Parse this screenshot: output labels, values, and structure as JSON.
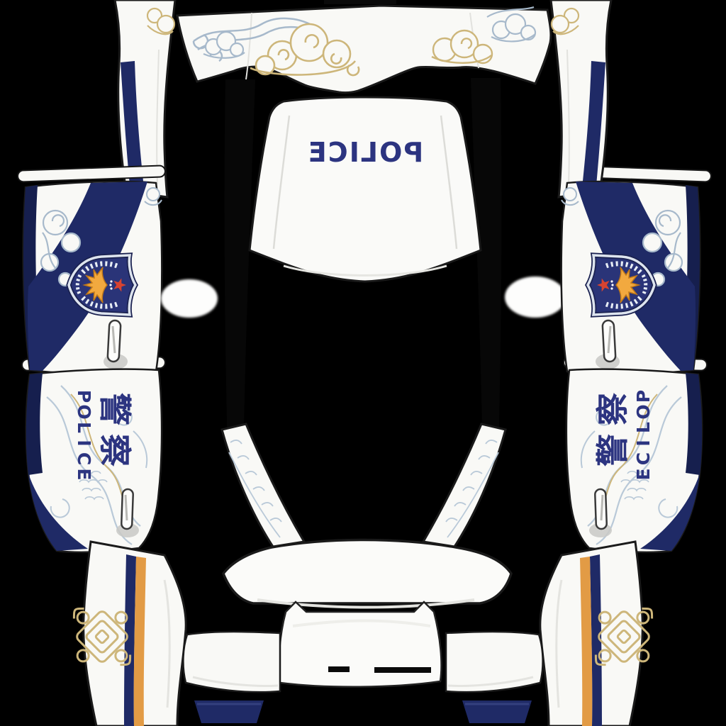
{
  "hood": {
    "label": "POLICE"
  },
  "left_side": {
    "cn_label": "警察",
    "en_label": "POLICE"
  },
  "right_side": {
    "cn_label": "警察",
    "en_label": "POLICE"
  },
  "colors": {
    "bg": "#000000",
    "panel_white": "#f9f9f6",
    "navy": "#1f2a66",
    "navy_dark": "#161f4e",
    "badge_navy": "#2a3478",
    "gold": "#f2a93f",
    "gold_dark": "#c07818",
    "red_star": "#d84330",
    "orange_stripe": "#e29b45",
    "cloud_gold": "#cdb67a",
    "cloud_blue": "#a7b9cb",
    "dragon_blue": "#b9c9d8",
    "text_navy": "#2c3480",
    "outline": "#1a1a1a"
  }
}
